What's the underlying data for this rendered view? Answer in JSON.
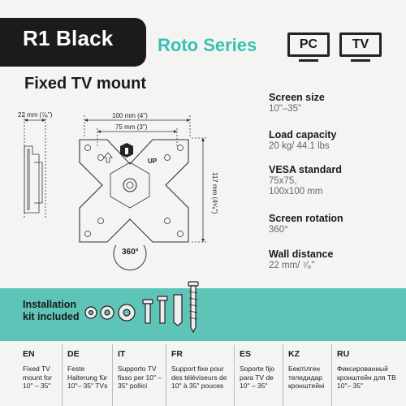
{
  "header": {
    "product": "R1 Black",
    "series": "Roto Series",
    "devices": [
      {
        "label": "PC"
      },
      {
        "label": "TV"
      }
    ]
  },
  "subtitle": "Fixed TV mount",
  "specs": [
    {
      "label": "Screen size",
      "value": "10\"–35\""
    },
    {
      "label": "Load capacity",
      "value": "20 kg/ 44.1 lbs"
    },
    {
      "label": "VESA standard",
      "value": "75x75,\n100x100 mm"
    },
    {
      "label": "Screen rotation",
      "value": "360°"
    },
    {
      "label": "Wall distance",
      "value": "22 mm/ ⁷⁄₈\""
    }
  ],
  "diagram": {
    "side_width": "22 mm (⁷⁄₈\")",
    "width_100": "100 mm (4\")",
    "width_75": "75 mm (3\")",
    "height_117": "117 mm (4⁵⁄₈\")",
    "up_label": "UP",
    "rotation_label": "360°"
  },
  "kit": {
    "line1": "Installation",
    "line2": "kit included"
  },
  "languages": [
    {
      "code": "EN",
      "text": "Fixed TV mount for 10\" – 35\""
    },
    {
      "code": "DE",
      "text": "Feste Halterung für 10\"– 35\" TVs"
    },
    {
      "code": "IT",
      "text": "Supporto TV fisso per 10\" – 35\" pollici"
    },
    {
      "code": "FR",
      "text": "Support fixe pour des téléviseurs de 10\" à 35\" pouces"
    },
    {
      "code": "ES",
      "text": "Soporte fijo para TV de 10\" – 35\""
    },
    {
      "code": "KZ",
      "text": "Бекітілген теледидар кронштейні"
    },
    {
      "code": "RU",
      "text": "Фиксированный кронштейн для ТВ 10\"– 35\""
    }
  ],
  "colors": {
    "accent": "#39c0b3",
    "kit_band": "#5ec4b8",
    "header_bg": "#1b1b1b"
  }
}
